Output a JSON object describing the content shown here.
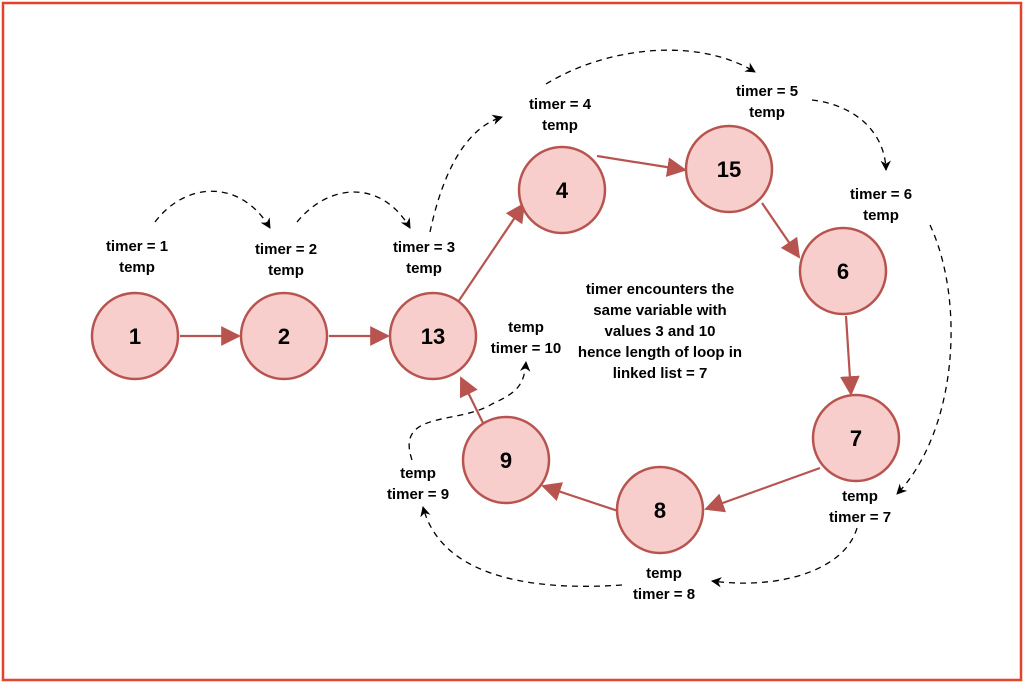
{
  "frame_color": "#e2432a",
  "node_fill": "#f8cecc",
  "node_stroke": "#b85450",
  "nodes": [
    {
      "id": "n1",
      "label": "1"
    },
    {
      "id": "n2",
      "label": "2"
    },
    {
      "id": "n13",
      "label": "13"
    },
    {
      "id": "n4",
      "label": "4"
    },
    {
      "id": "n15",
      "label": "15"
    },
    {
      "id": "n6",
      "label": "6"
    },
    {
      "id": "n7",
      "label": "7"
    },
    {
      "id": "n8",
      "label": "8"
    },
    {
      "id": "n9",
      "label": "9"
    }
  ],
  "edges": [
    {
      "from": "1",
      "to": "2"
    },
    {
      "from": "2",
      "to": "13"
    },
    {
      "from": "13",
      "to": "4"
    },
    {
      "from": "4",
      "to": "15"
    },
    {
      "from": "15",
      "to": "6"
    },
    {
      "from": "6",
      "to": "7"
    },
    {
      "from": "7",
      "to": "8"
    },
    {
      "from": "8",
      "to": "9"
    },
    {
      "from": "9",
      "to": "13"
    }
  ],
  "step_labels": {
    "t1": {
      "a": "timer = 1",
      "b": "temp"
    },
    "t2": {
      "a": "timer = 2",
      "b": "temp"
    },
    "t3": {
      "a": "timer = 3",
      "b": "temp"
    },
    "t4": {
      "a": "timer = 4",
      "b": "temp"
    },
    "t5": {
      "a": "timer = 5",
      "b": "temp"
    },
    "t6": {
      "a": "timer = 6",
      "b": "temp"
    },
    "t7": {
      "a": "temp",
      "b": "timer = 7"
    },
    "t8": {
      "a": "temp",
      "b": "timer = 8"
    },
    "t9": {
      "a": "temp",
      "b": "timer = 9"
    },
    "t10": {
      "a": "temp",
      "b": "timer = 10"
    }
  },
  "note": [
    "timer encounters the",
    "same variable with",
    "values 3 and 10",
    "hence length of loop in",
    "linked list = 7"
  ]
}
